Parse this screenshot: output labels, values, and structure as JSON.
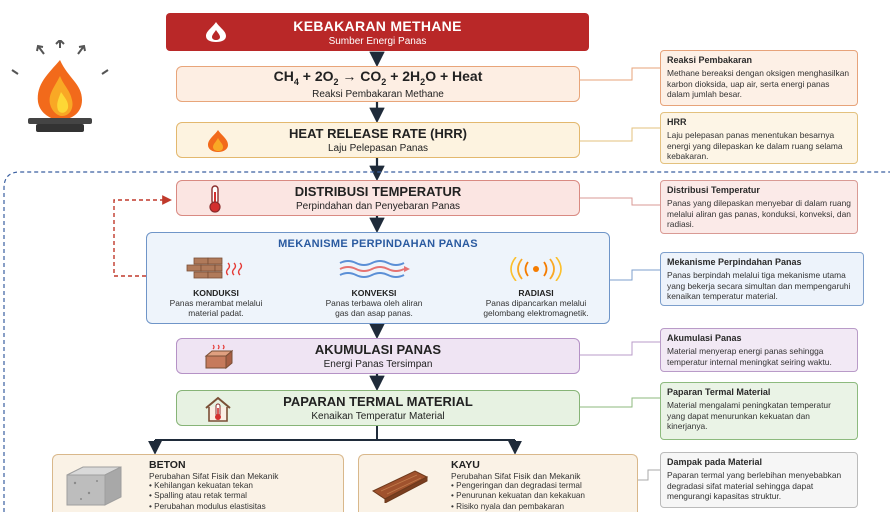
{
  "header": {
    "title": "KEBAKARAN METHANE",
    "subtitle": "Sumber Energi Panas"
  },
  "reaction": {
    "equation_parts": [
      "CH",
      "4",
      " + 2O",
      "2",
      " → CO",
      "2",
      " + 2H",
      "2",
      "O + Heat"
    ],
    "subtitle": "Reaksi Pembakaran Methane"
  },
  "hrr": {
    "title": "HEAT RELEASE RATE (HRR)",
    "subtitle": "Laju Pelepasan Panas"
  },
  "distribution": {
    "title": "DISTRIBUSI TEMPERATUR",
    "subtitle": "Perpindahan dan Penyebaran Panas"
  },
  "mechanisms": {
    "title": "MEKANISME PERPINDAHAN PANAS",
    "items": [
      {
        "name": "KONDUKSI",
        "desc": "Panas merambat melalui material padat."
      },
      {
        "name": "KONVEKSI",
        "desc": "Panas terbawa oleh aliran gas dan asap panas."
      },
      {
        "name": "RADIASI",
        "desc": "Panas dipancarkan melalui gelombang elektromagnetik."
      }
    ]
  },
  "accumulation": {
    "title": "AKUMULASI PANAS",
    "subtitle": "Energi Panas Tersimpan"
  },
  "exposure": {
    "title": "PAPARAN TERMAL MATERIAL",
    "subtitle": "Kenaikan Temperatur Material"
  },
  "materials": [
    {
      "name": "BETON",
      "subtitle": "Perubahan Sifat Fisik dan Mekanik",
      "effects": [
        "Kehilangan kekuatan tekan",
        "Spalling atau retak termal",
        "Perubahan modulus elastisitas"
      ]
    },
    {
      "name": "KAYU",
      "subtitle": "Perubahan Sifat Fisik dan Mekanik",
      "effects": [
        "Pengeringan dan degradasi termal",
        "Penurunan kekuatan dan kekakuan",
        "Risiko nyala dan pembakaran"
      ]
    }
  ],
  "notes": [
    {
      "title": "Reaksi Pembakaran",
      "body": "Methane bereaksi dengan oksigen menghasilkan karbon dioksida, uap air, serta energi panas dalam jumlah besar."
    },
    {
      "title": "HRR",
      "body": "Laju pelepasan panas menentukan besarnya energi yang dilepaskan ke dalam ruang selama kebakaran."
    },
    {
      "title": "Distribusi Temperatur",
      "body": "Panas yang dilepaskan menyebar di dalam ruang melalui aliran gas panas, konduksi, konveksi, dan radiasi."
    },
    {
      "title": "Mekanisme Perpindahan Panas",
      "body": "Panas berpindah melalui tiga mekanisme utama yang bekerja secara simultan dan mempengaruhi kenaikan temperatur material."
    },
    {
      "title": "Akumulasi Panas",
      "body": "Material menyerap energi panas sehingga temperatur internal meningkat seiring waktu."
    },
    {
      "title": "Paparan Termal Material",
      "body": "Material mengalami peningkatan temperatur yang dapat menurunkan kekuatan dan kinerjanya."
    },
    {
      "title": "Dampak pada Material",
      "body": "Paparan termal yang berlebihan menyebabkan degradasi sifat material sehingga dapat mengurangi kapasitas struktur."
    }
  ],
  "colors": {
    "header_red": "#b92828",
    "flow_arrow": "#1f2b3a",
    "dashed_blue": "#3a5fa0",
    "dashed_red": "#c0392b",
    "mechanism_title": "#2a5aa0"
  },
  "icons": [
    "fire-stove-icon",
    "flame-icon",
    "fire-icon",
    "thermometer-icon",
    "brick-wall-icon",
    "convection-waves-icon",
    "radiation-icon",
    "heated-block-icon",
    "house-thermometer-icon",
    "concrete-block-icon",
    "wood-plank-icon"
  ]
}
